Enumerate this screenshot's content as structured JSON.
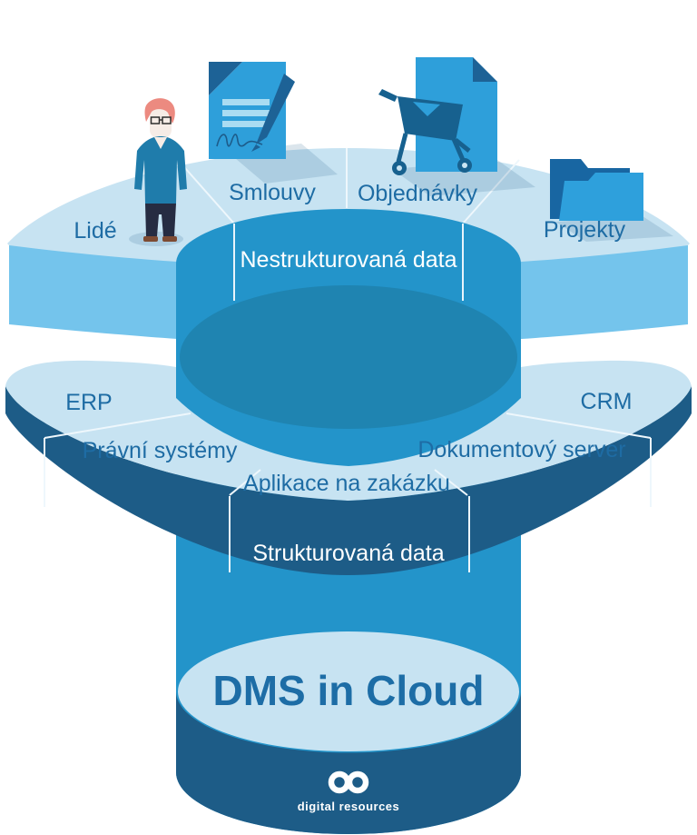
{
  "diagram": {
    "title": "DMS in Cloud",
    "top_ring": {
      "description_layer": "unstructured data sources",
      "sectors": [
        {
          "label": "Lidé",
          "icon": "person-icon"
        },
        {
          "label": "Smlouvy",
          "icon": "contract-document-icon"
        },
        {
          "label": "Objednávky",
          "icon": "shopping-cart-document-icon"
        },
        {
          "label": "Projekty",
          "icon": "folder-icon"
        }
      ],
      "band_label": "Nestrukturovaná data"
    },
    "lower_ring": {
      "description_layer": "structured data systems",
      "sectors": [
        {
          "label": "ERP"
        },
        {
          "label": "Právní systémy"
        },
        {
          "label": "Aplikace na zakázku"
        },
        {
          "label": "Dokumentový server"
        },
        {
          "label": "CRM"
        }
      ],
      "band_label": "Strukturovaná data"
    },
    "base_cylinder": {
      "title": "DMS in Cloud"
    },
    "logo": {
      "icon": "infinity-logo-icon",
      "text": "digital resources"
    }
  },
  "colors": {
    "pale_surface": "#c7e3f2",
    "top_band": "#74c4ec",
    "column_blue": "#2394ca",
    "inner_opening": "#1f84b1",
    "dark_navy": "#1d5c87",
    "label_blue": "#1e6ca4",
    "icon_doc_blue": "#2e9fda",
    "icon_dark_blue": "#17618f",
    "white": "#ffffff"
  }
}
